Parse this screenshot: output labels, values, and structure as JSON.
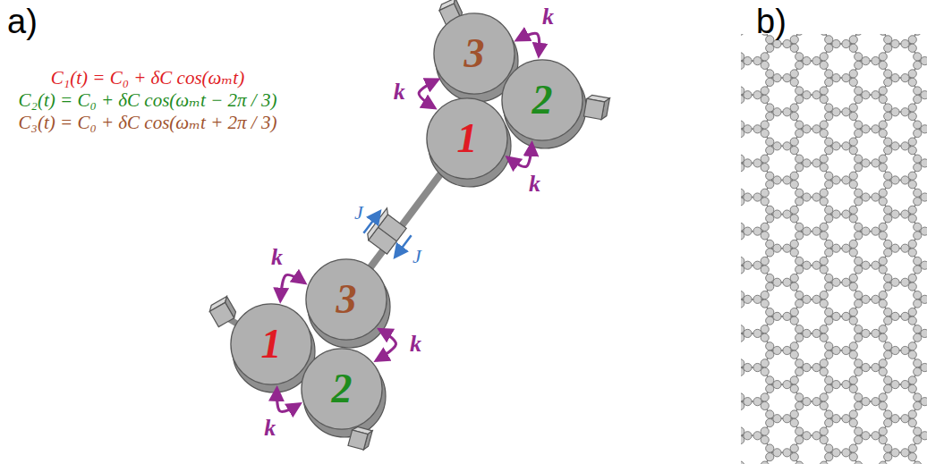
{
  "diagram": {
    "nodes": [
      {
        "text": [
          "3"
        ]
      },
      {
        "text": [
          "2"
        ]
      },
      {
        "text": [
          "1"
        ]
      },
      {
        "text": [
          "3"
        ]
      },
      {
        "text": [
          "1"
        ]
      },
      {
        "text": [
          "2"
        ]
      }
    ],
    "edges": [
      {
        "from": 0,
        "to": 1,
        "arrow": "both",
        "label": "k"
      },
      {
        "from": 0,
        "to": 2,
        "arrow": "both",
        "label": "k"
      },
      {
        "from": 2,
        "to": 1,
        "arrow": "both",
        "label": "k"
      },
      {
        "from": 3,
        "to": 4,
        "arrow": "both",
        "label": "k"
      },
      {
        "from": 4,
        "to": 5,
        "arrow": "both",
        "label": "k"
      },
      {
        "from": 5,
        "to": 3,
        "arrow": "both",
        "label": "k"
      }
    ],
    "labels": [
      "a)",
      "C₁(t) = C₀ + δC cos(ωₘt)",
      "C₂(t) = C₀ + δC cos(ωₘt − 2π / 3)",
      "C₃(t) = C₀ + δC cos(ωₘt + 2π / 3)",
      "J",
      "J",
      "b)"
    ]
  }
}
